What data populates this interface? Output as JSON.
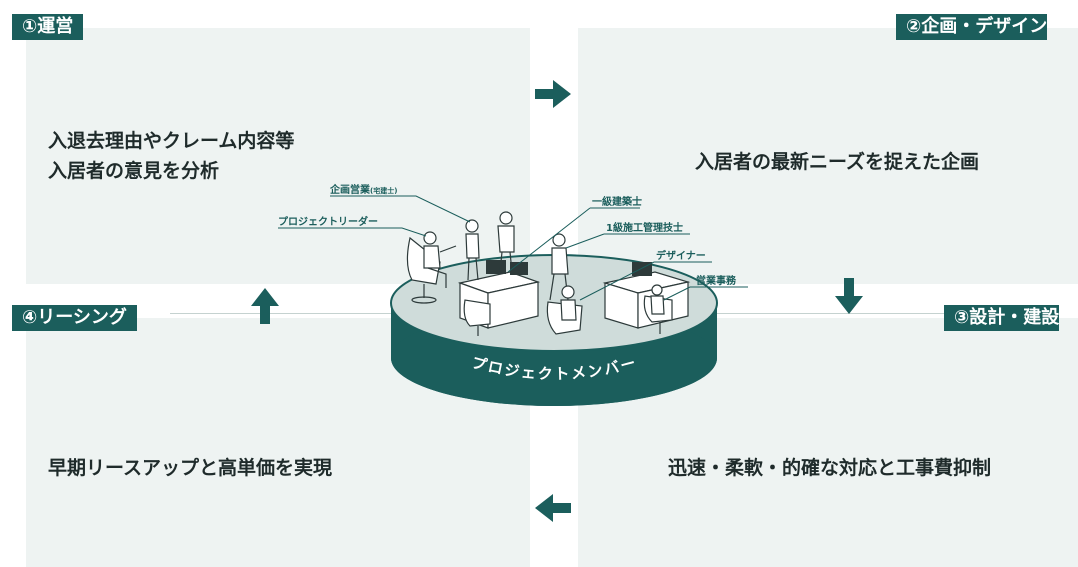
{
  "quadrants": [
    {
      "badge": "①運営",
      "lines": [
        "入退去理由やクレーム内容等",
        "入居者の意見を分析"
      ]
    },
    {
      "badge": "②企画・デザイン",
      "lines": [
        "入居者の最新ニーズを捉えた企画"
      ]
    },
    {
      "badge": "③設計・建設",
      "lines": [
        "迅速・柔軟・的確な対応と工事費抑制"
      ]
    },
    {
      "badge": "④リーシング",
      "lines": [
        "早期リースアップと高単価を実現"
      ]
    }
  ],
  "center": {
    "platform_label": "プロジェクトメンバー",
    "roles": {
      "planner_sales": "企画営業",
      "planner_sales_note": "(宅建士)",
      "project_leader": "プロジェクトリーダー",
      "architect": "一級建築士",
      "construction_manager": "1級施工管理技士",
      "designer": "デザイナー",
      "office": "営業事務"
    }
  },
  "colors": {
    "accent": "#1b5e5c",
    "panel": "#eef3f2"
  },
  "icons": [
    "arrow-right-icon",
    "arrow-down-icon",
    "arrow-left-icon",
    "arrow-up-icon"
  ]
}
